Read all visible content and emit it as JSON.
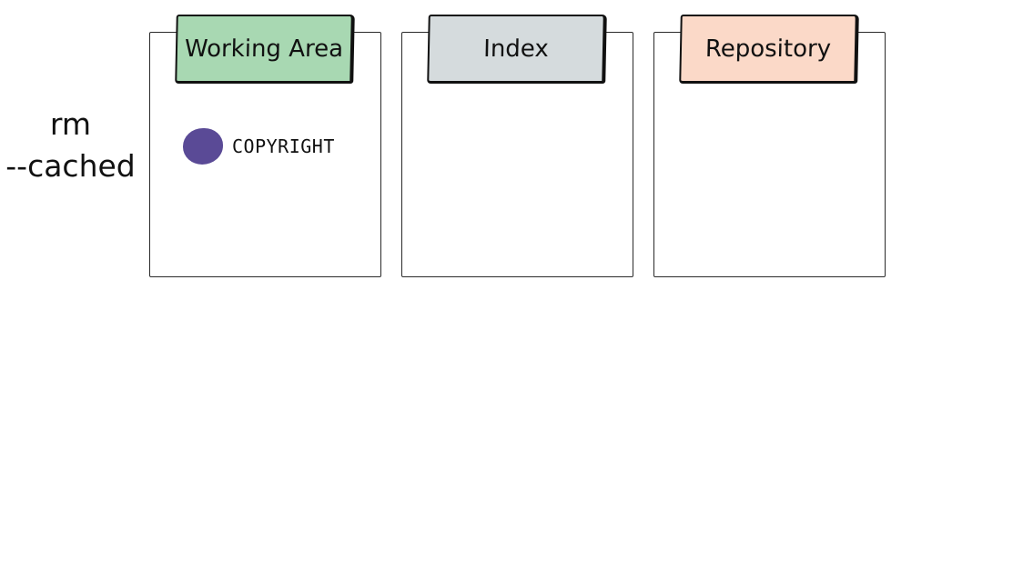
{
  "command": {
    "line1": "rm",
    "line2": "--cached"
  },
  "areas": [
    {
      "label": "Working Area",
      "color": "#a8d8b2"
    },
    {
      "label": "Index",
      "color": "#d5dbdd"
    },
    {
      "label": "Repository",
      "color": "#fbd9c8"
    }
  ],
  "working_area_files": [
    {
      "name": "COPYRIGHT",
      "dot_color": "#5a4a96"
    }
  ]
}
